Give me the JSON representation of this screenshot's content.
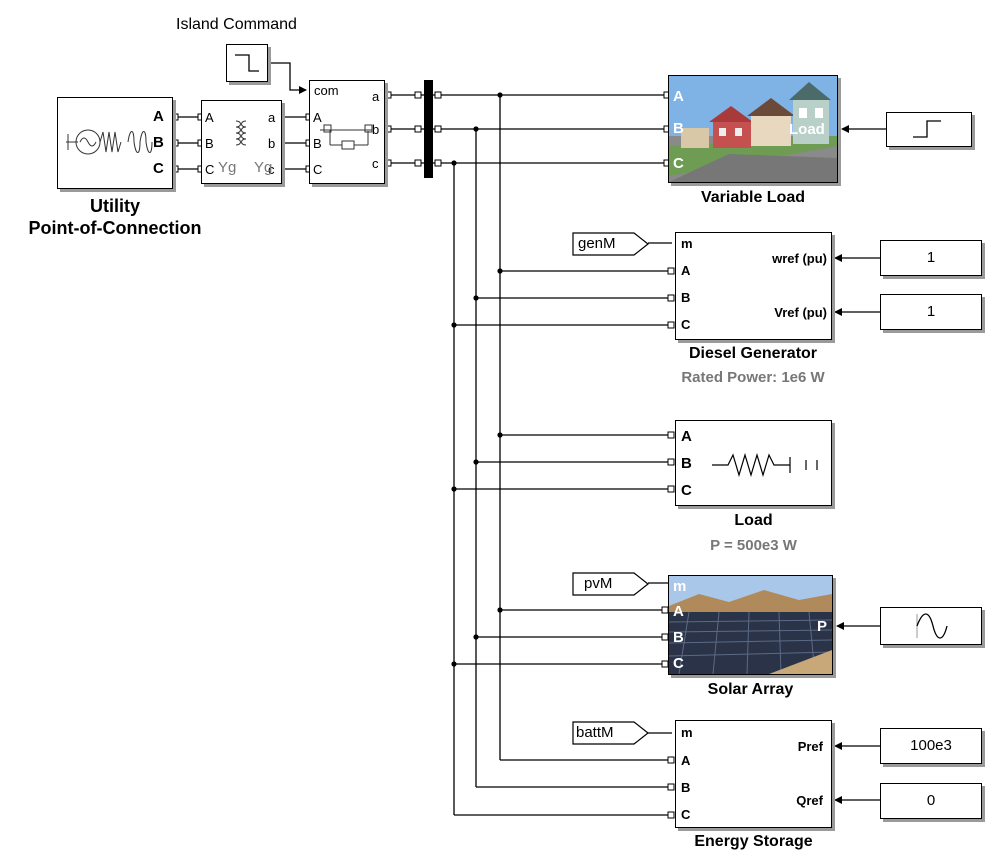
{
  "island_command": {
    "label": "Island Command"
  },
  "utility": {
    "title_line1": "Utility",
    "title_line2": "Point-of-Connection",
    "ports": [
      "A",
      "B",
      "C"
    ]
  },
  "transformer": {
    "in_ports": [
      "A",
      "B",
      "C"
    ],
    "out_ports": [
      "a",
      "b",
      "c"
    ],
    "winding1": "Yg",
    "winding2": "Yg"
  },
  "breaker": {
    "com_port": "com",
    "in_ports": [
      "A",
      "B",
      "C"
    ],
    "out_ports": [
      "a",
      "b",
      "c"
    ]
  },
  "variable_load": {
    "title": "Variable Load",
    "ports": [
      "A",
      "B",
      "C"
    ],
    "load_port": "Load"
  },
  "diesel_generator": {
    "title": "Diesel Generator",
    "subtitle": "Rated Power: 1e6 W",
    "ports": [
      "m",
      "A",
      "B",
      "C"
    ],
    "wref_port": "wref (pu)",
    "vref_port": "Vref (pu)",
    "tag": "genM",
    "wref_value": "1",
    "vref_value": "1"
  },
  "load": {
    "title": "Load",
    "subtitle": "P = 500e3 W",
    "ports": [
      "A",
      "B",
      "C"
    ]
  },
  "solar_array": {
    "title": "Solar Array",
    "ports": [
      "m",
      "A",
      "B",
      "C"
    ],
    "p_port": "P",
    "tag": "pvM"
  },
  "energy_storage": {
    "title": "Energy Storage",
    "ports": [
      "m",
      "A",
      "B",
      "C"
    ],
    "pref_port": "Pref",
    "qref_port": "Qref",
    "tag": "battM",
    "pref_value": "100e3",
    "qref_value": "0"
  }
}
